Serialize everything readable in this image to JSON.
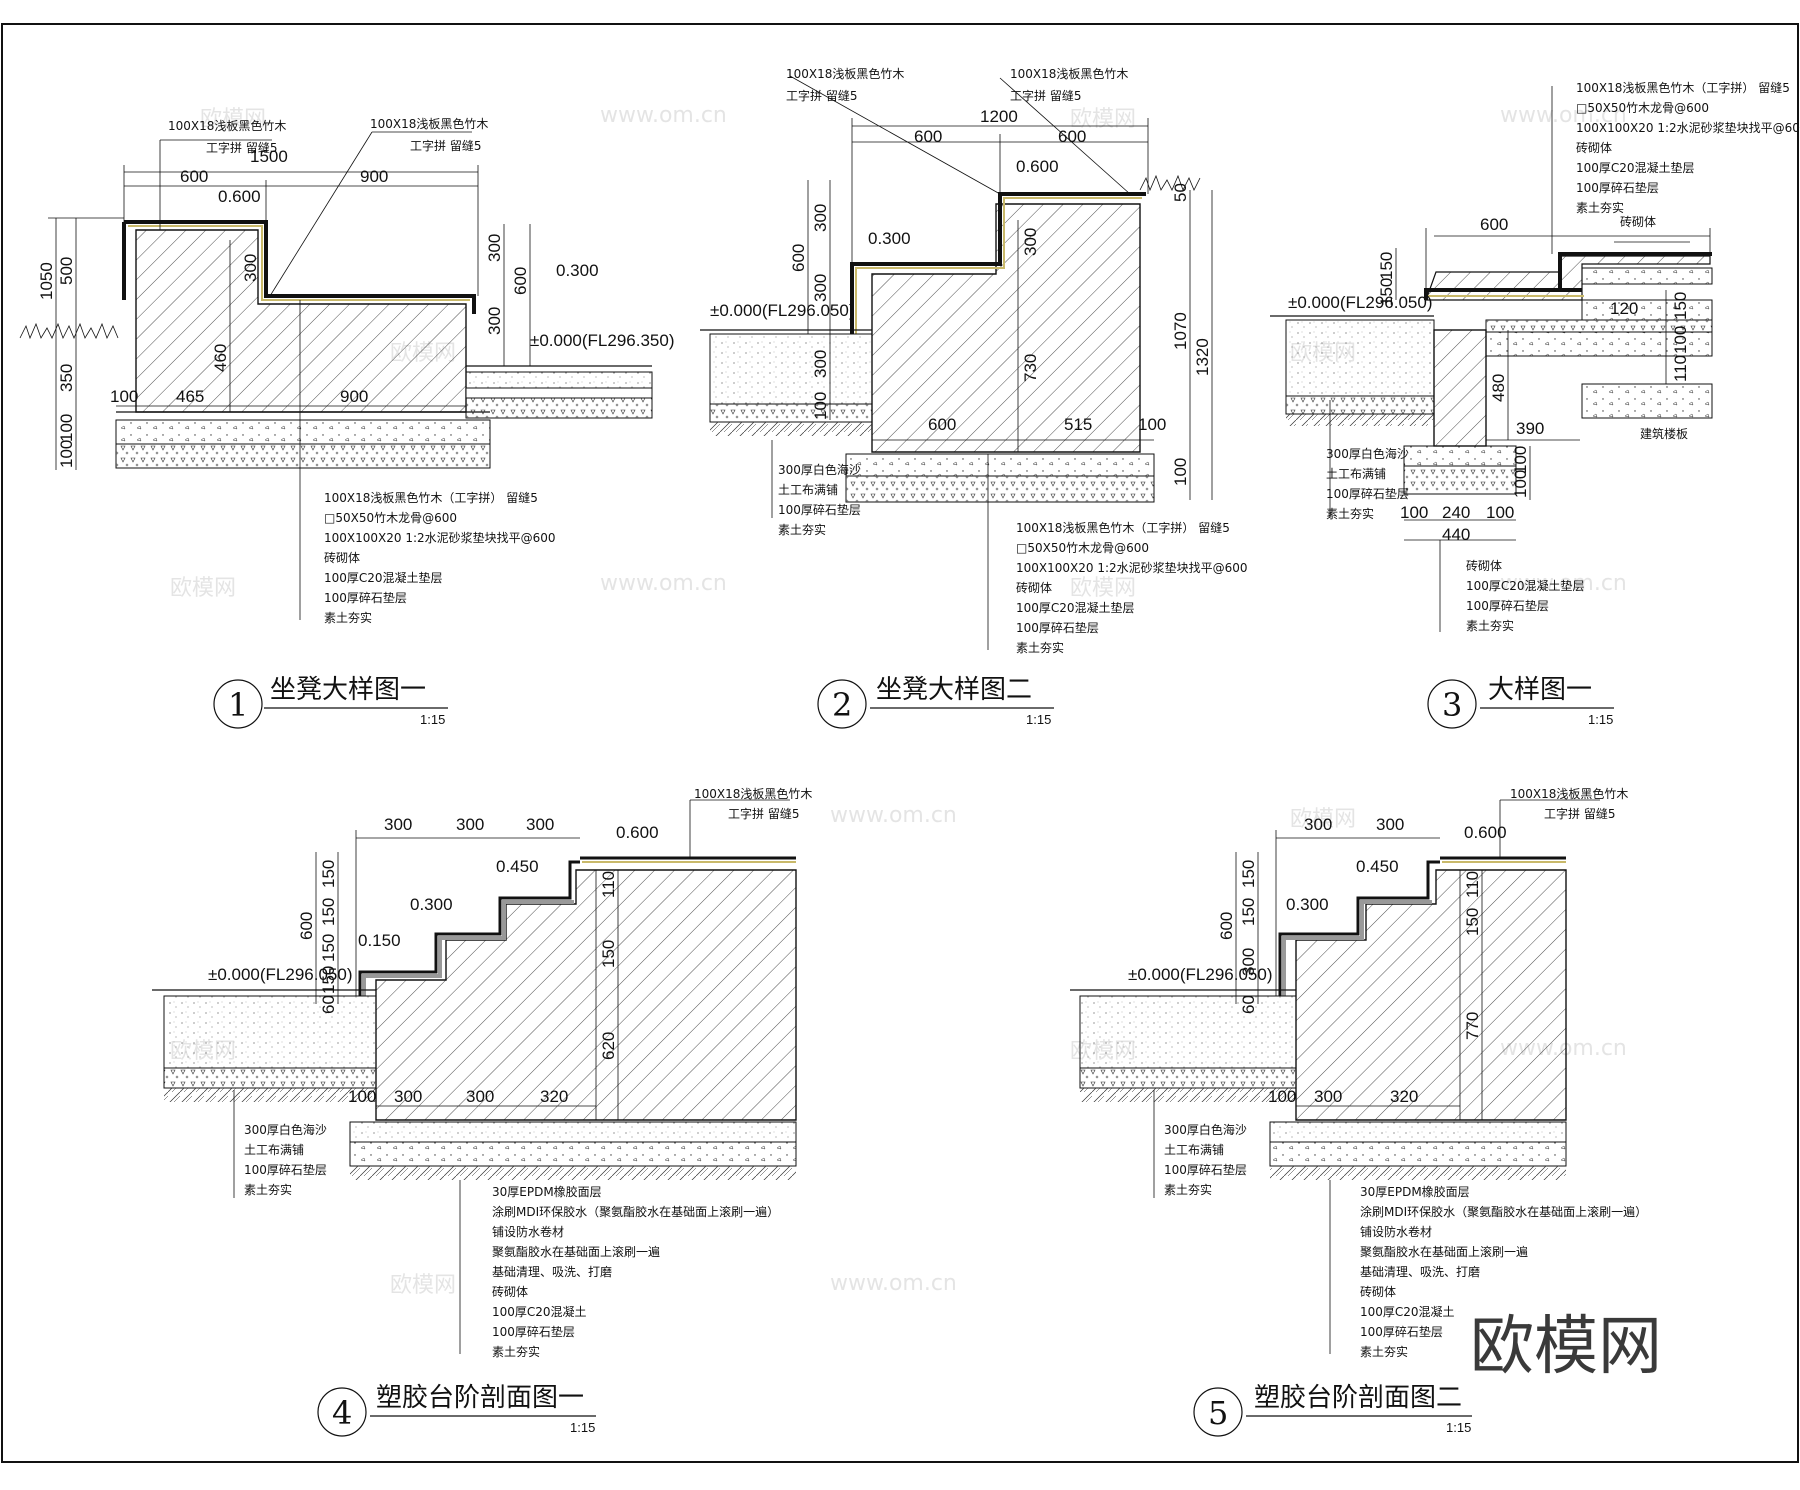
{
  "brand_watermark": "欧模网",
  "watermark_url": "www.om.cn",
  "details": [
    {
      "number": "1",
      "title": "坐凳大样图一",
      "scale": "1:15",
      "dims": {
        "d1500": "1500",
        "d600": "600",
        "d900a": "900",
        "d1050": "1050",
        "d500": "500",
        "d350": "350",
        "d100a": "100",
        "d100b": "100",
        "d300a": "300",
        "d460": "460",
        "d100c": "100",
        "d465": "465",
        "d900b": "900",
        "d300b": "300",
        "d600b": "600",
        "d300c": "300"
      },
      "elev": {
        "e1": "0.600",
        "e2": "0.300",
        "e3": "±0.000(FL296.350)"
      },
      "top_notes": [
        {
          "l1": "100X18浅板黑色竹木",
          "l2": "工字拼  留缝5"
        },
        {
          "l1": "100X18浅板黑色竹木",
          "l2": "工字拼  留缝5"
        }
      ],
      "layers": [
        "100X18浅板黑色竹木（工字拼） 留缝5",
        "□50X50竹木龙骨@600",
        "100X100X20   1:2水泥砂浆垫块找平@600",
        "砖砌体",
        "100厚C20混凝土垫层",
        "100厚碎石垫层",
        "素土夯实"
      ]
    },
    {
      "number": "2",
      "title": "坐凳大样图二",
      "scale": "1:15",
      "dims": {
        "d1200": "1200",
        "d600a": "600",
        "d600b": "600",
        "d300a": "300",
        "d600c": "600",
        "d300b": "300",
        "d100a": "100",
        "d300c": "300",
        "d730": "730",
        "d1070": "1070",
        "d1320": "1320",
        "d50": "50",
        "d600d": "600",
        "d515": "515",
        "d100b": "100",
        "d100c": "100"
      },
      "elev": {
        "e1": "0.600",
        "e2": "0.300",
        "e3": "±0.000(FL296.050)"
      },
      "top_notes": [
        {
          "l1": "100X18浅板黑色竹木",
          "l2": "工字拼  留缝5"
        },
        {
          "l1": "100X18浅板黑色竹木",
          "l2": "工字拼  留缝5"
        }
      ],
      "left_layers": [
        "300厚白色海沙",
        "土工布满铺",
        "100厚碎石垫层",
        "素土夯实"
      ],
      "layers": [
        "100X18浅板黑色竹木（工字拼）  留缝5",
        "□50X50竹木龙骨@600",
        "100X100X20   1:2水泥砂浆垫块找平@600",
        "砖砌体",
        "100厚C20混凝土垫层",
        "100厚碎石垫层",
        "素土夯实"
      ]
    },
    {
      "number": "3",
      "title": "大样图一",
      "scale": "1:15",
      "dims": {
        "d600": "600",
        "d150a": "150",
        "d150b": "150",
        "d120": "120",
        "d150c": "150",
        "d100a": "100",
        "d110": "110",
        "d480": "480",
        "d390": "390",
        "d100b": "100",
        "d100c": "100",
        "d100d": "100",
        "d240": "240",
        "d100e": "100",
        "d440": "440"
      },
      "elev": {
        "e1": "±0.000(FL296.050)"
      },
      "top_layers": [
        "100X18浅板黑色竹木（工字拼）  留缝5",
        "□50X50竹木龙骨@600",
        "100X100X20     1:2水泥砂浆垫块找平@600",
        "砖砌体",
        "100厚C20混凝土垫层",
        "100厚碎石垫层",
        "素土夯实"
      ],
      "right_label": "砖砌体",
      "slab_label": "建筑楼板",
      "left_layers": [
        "300厚白色海沙",
        "土工布满铺",
        "100厚碎石垫层",
        "素土夯实"
      ],
      "layers": [
        "砖砌体",
        "100厚C20混凝土垫层",
        "100厚碎石垫层",
        "素土夯实"
      ]
    },
    {
      "number": "4",
      "title": "塑胶台阶剖面图一",
      "scale": "1:15",
      "dims": {
        "t300a": "300",
        "t300b": "300",
        "t300c": "300",
        "v150a": "150",
        "v150b": "150",
        "v150c": "150",
        "v150d": "150",
        "v600": "600",
        "v60": "60",
        "v110": "110",
        "v150e": "150",
        "v620": "620",
        "b100": "100",
        "b300a": "300",
        "b300b": "300",
        "b320": "320"
      },
      "elev": {
        "e1": "0.600",
        "e2": "0.450",
        "e3": "0.300",
        "e4": "0.150",
        "e5": "±0.000(FL296.050)"
      },
      "top_note": {
        "l1": "100X18浅板黑色竹木",
        "l2": "工字拼  留缝5"
      },
      "left_layers": [
        "300厚白色海沙",
        "土工布满铺",
        "100厚碎石垫层",
        "素土夯实"
      ],
      "layers": [
        "30厚EPDM橡胶面层",
        "涂刷MDI环保胶水（聚氨酯胶水在基础面上滚刷一遍）",
        "铺设防水卷材",
        "聚氨酯胶水在基础面上滚刷一遍",
        "基础清理、吸洗、打磨",
        "砖砌体",
        "100厚C20混凝土",
        "100厚碎石垫层",
        "素土夯实"
      ]
    },
    {
      "number": "5",
      "title": "塑胶台阶剖面图二",
      "scale": "1:15",
      "dims": {
        "t300a": "300",
        "t300b": "300",
        "v150a": "150",
        "v150b": "150",
        "v600": "600",
        "v300": "300",
        "v60": "60",
        "v110": "110",
        "v150c": "150",
        "v770": "770",
        "b100": "100",
        "b300": "300",
        "b320": "320"
      },
      "elev": {
        "e1": "0.600",
        "e2": "0.450",
        "e3": "0.300",
        "e4": "±0.000(FL296.050)"
      },
      "top_note": {
        "l1": "100X18浅板黑色竹木",
        "l2": "工字拼  留缝5"
      },
      "left_layers": [
        "300厚白色海沙",
        "土工布满铺",
        "100厚碎石垫层",
        "素土夯实"
      ],
      "layers": [
        "30厚EPDM橡胶面层",
        "涂刷MDI环保胶水（聚氨酯胶水在基础面上滚刷一遍）",
        "铺设防水卷材",
        "聚氨酯胶水在基础面上滚刷一遍",
        "基础清理、吸洗、打磨",
        "砖砌体",
        "100厚C20混凝土",
        "100厚碎石垫层",
        "素土夯实"
      ]
    }
  ]
}
